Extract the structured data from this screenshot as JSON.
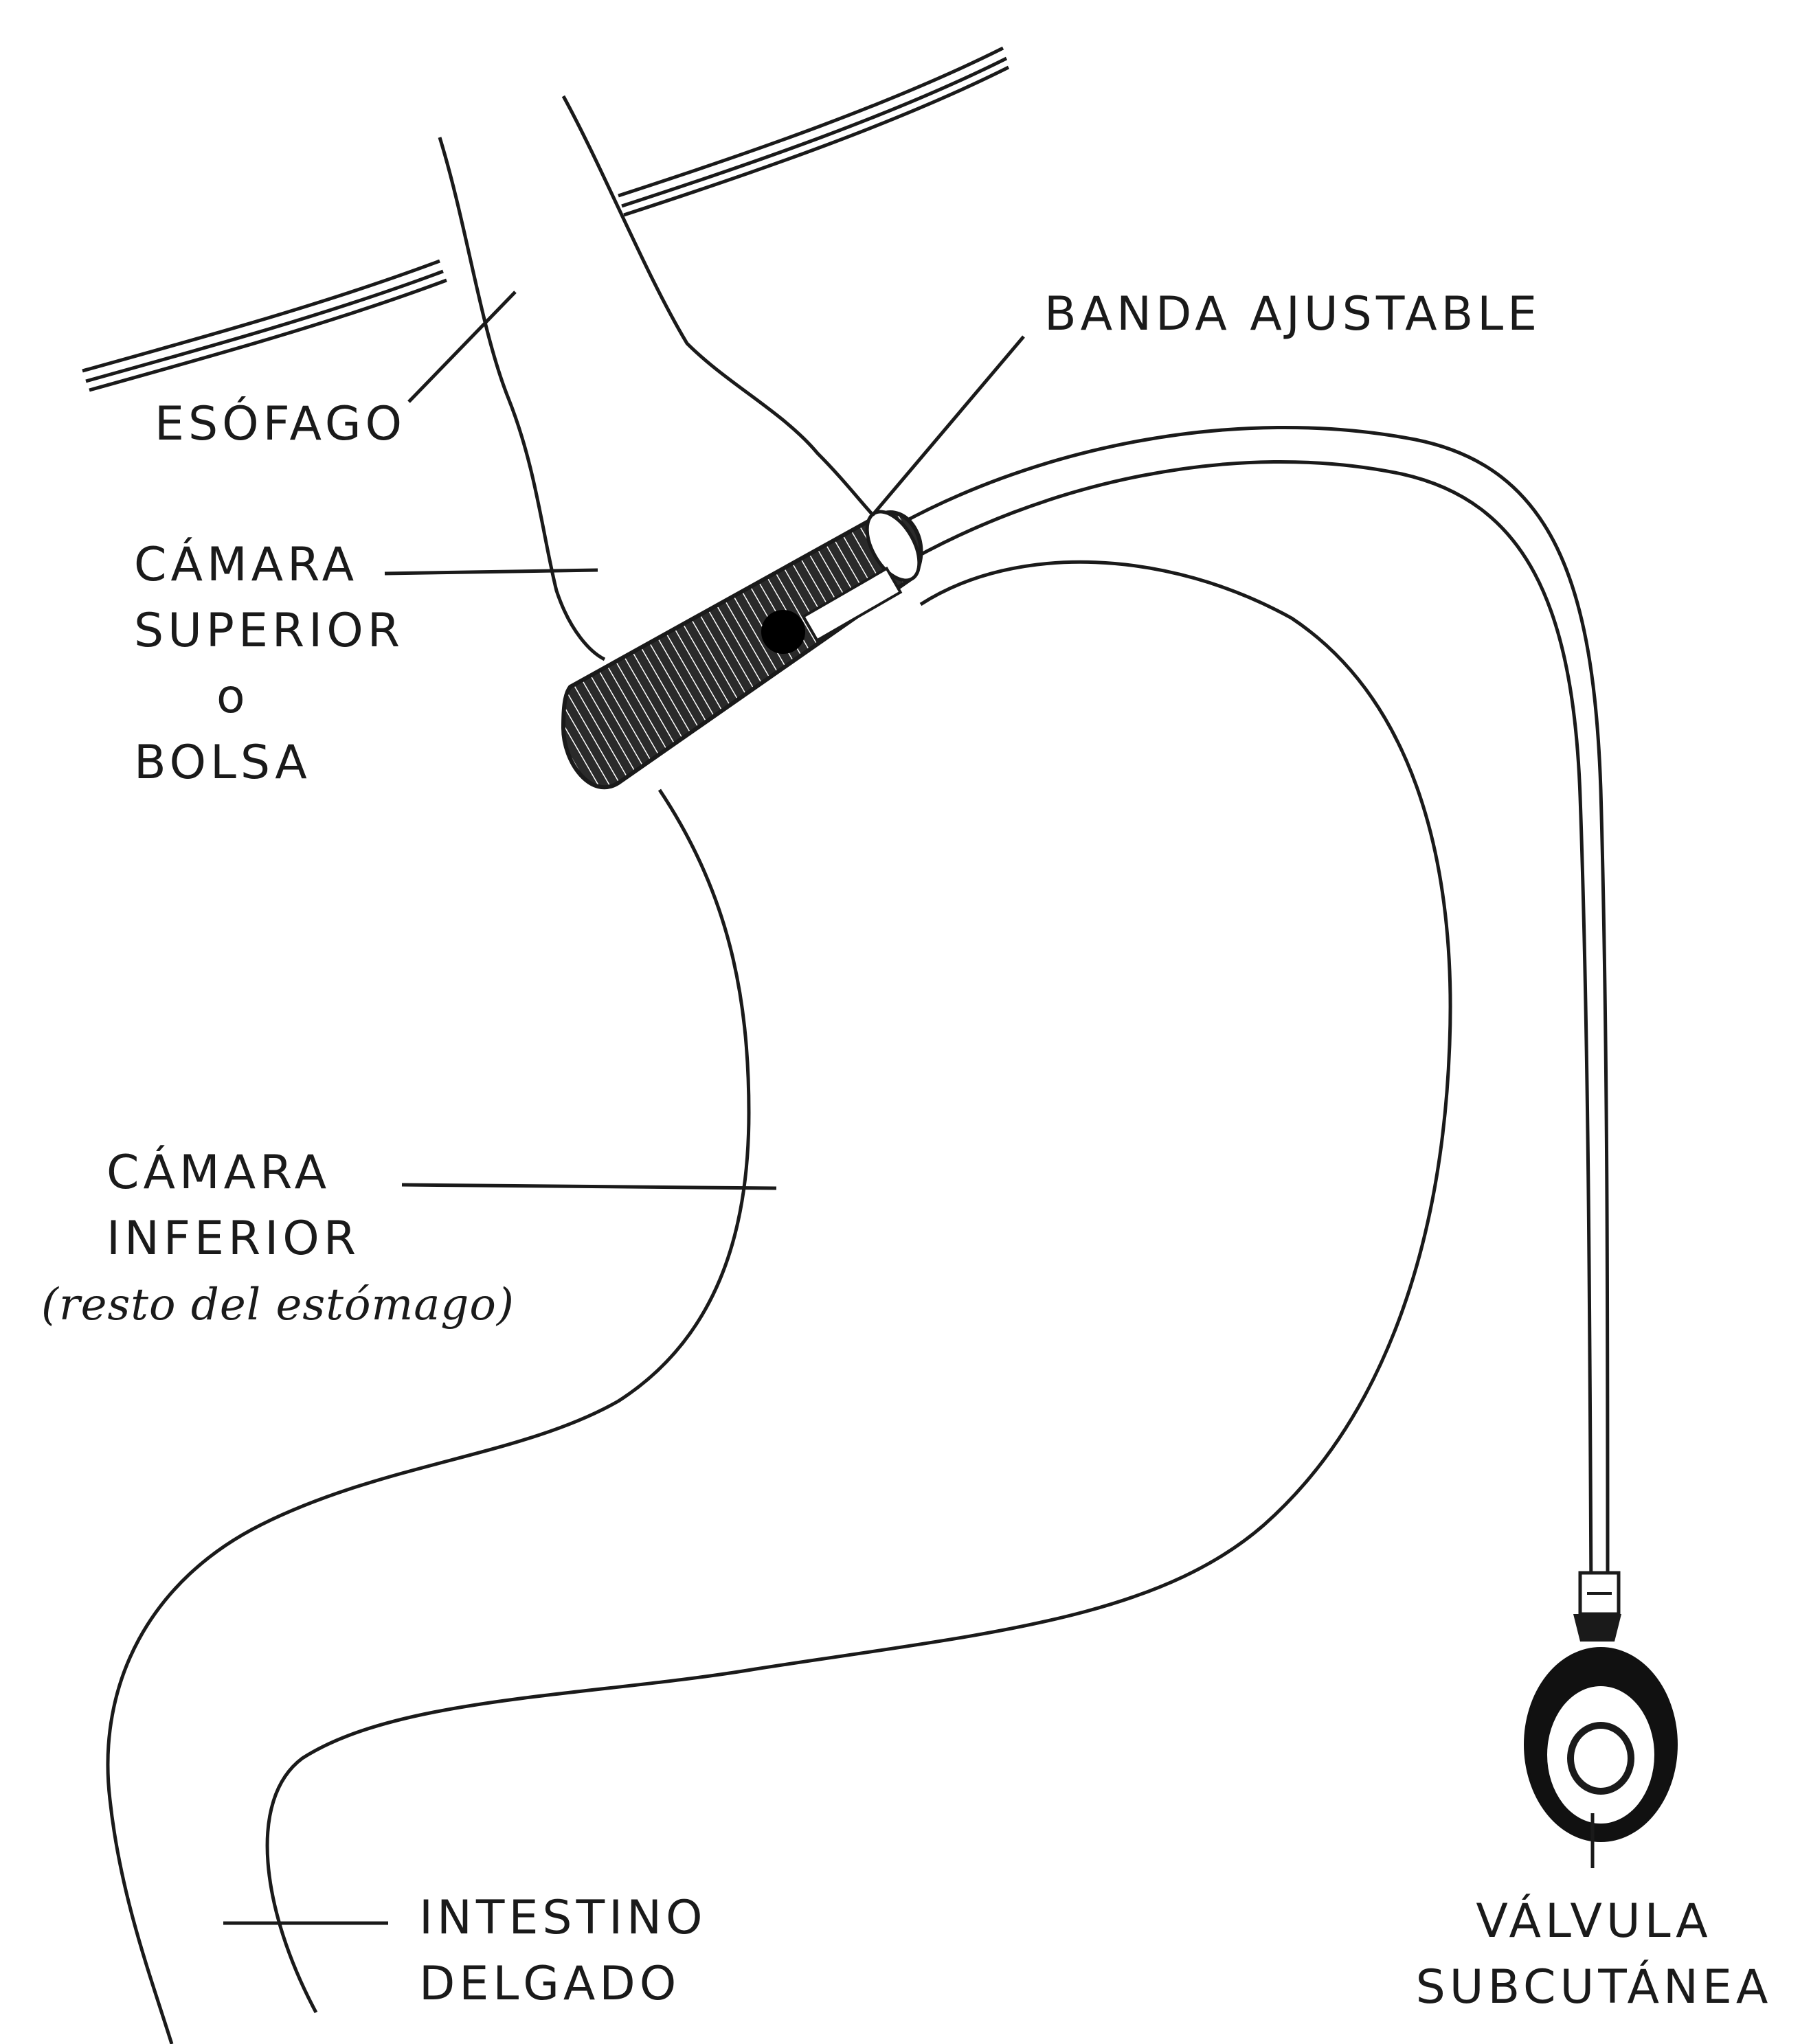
{
  "labels": {
    "esofago": "ESÓFAGO",
    "banda": "BANDA AJUSTABLE",
    "camara_superior": [
      "CÁMARA",
      "SUPERIOR",
      "o",
      "BOLSA"
    ],
    "camara_inferior": [
      "CÁMARA",
      "INFERIOR",
      "(resto del estómago)"
    ],
    "intestino": [
      "INTESTINO",
      "DELGADO"
    ],
    "valvula": [
      "VÁLVULA",
      "SUBCUTÁNEA"
    ]
  },
  "colors": {
    "ink": "#1a1a1a",
    "background": "#ffffff"
  }
}
